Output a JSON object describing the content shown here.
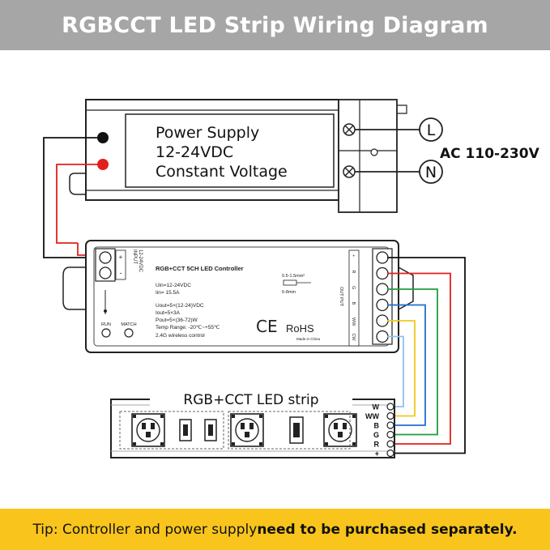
{
  "title": "RGBCCT LED Strip Wiring Diagram",
  "power_supply": {
    "line1": "Power Supply",
    "line2": "12-24VDC",
    "line3": "Constant Voltage"
  },
  "ac": {
    "label": "AC 110-230V",
    "l": "L",
    "n": "N"
  },
  "controller": {
    "name": "RGB+CCT 5CH LED Controller",
    "input_label": "INPUT",
    "input_voltage": "12-24VDC",
    "plus": "+",
    "minus": "-",
    "specs": [
      "Uin=12-24VDC",
      "Iin= 15.5A",
      "Uout=5×(12-24)VDC",
      "Iout=5×3A",
      "Pout=5×(36-72)W",
      "Temp Range: -20℃~+55℃",
      "2.4G wireless control"
    ],
    "wire_gauge": "0.5-1.5mm²",
    "strip_len": "6-8mm",
    "run": "RUN",
    "match": "MATCH",
    "rohs": "RoHS",
    "made": "Made in China",
    "output_label": "OUT PUT",
    "out_pins": [
      "+",
      "R",
      "G",
      "B",
      "WW",
      "CW"
    ]
  },
  "strip": {
    "label": "RGB+CCT LED strip",
    "pins": [
      "W",
      "WW",
      "B",
      "G",
      "R",
      "+"
    ]
  },
  "wire_colors": {
    "black": "#111111",
    "red": "#e0201b",
    "green": "#1f9e3a",
    "blue": "#1e6fd0",
    "yellow": "#f2c81a",
    "lightblue": "#8fc3ea"
  },
  "tip": {
    "normal": "Tip: Controller and power supply ",
    "bold": "need to be purchased separately."
  }
}
